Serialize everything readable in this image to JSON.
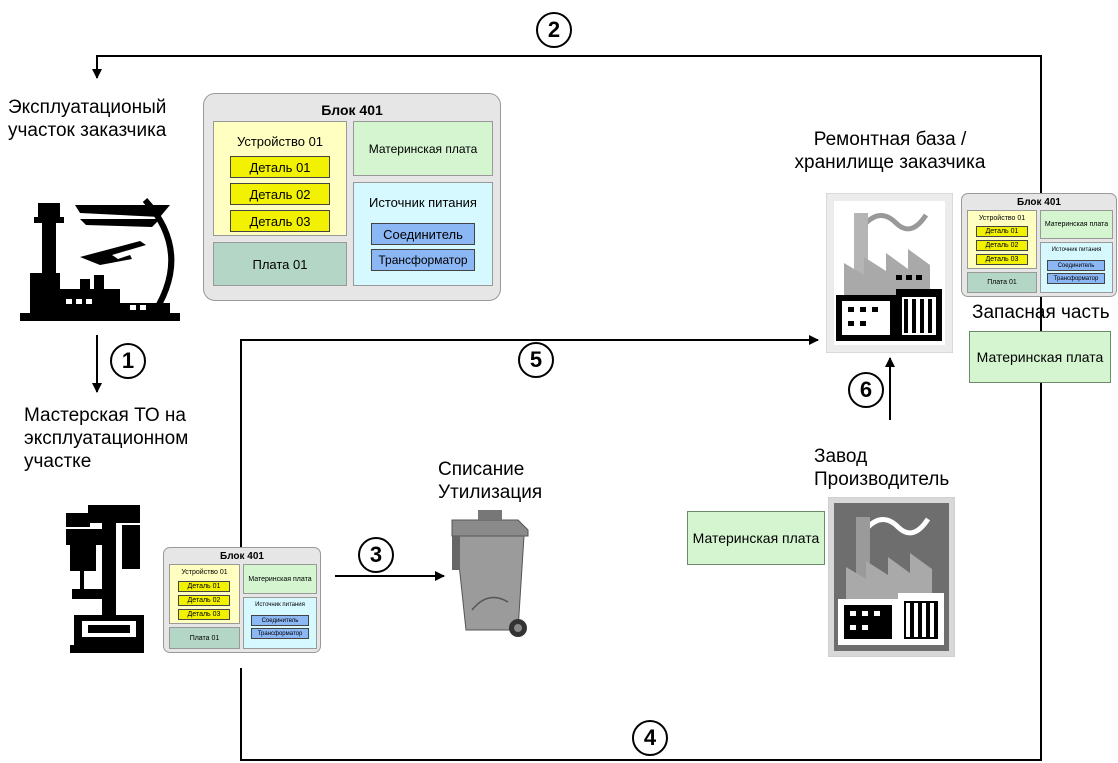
{
  "labels": {
    "customer_site": "Эксплуатационый\nучасток заказчика",
    "workshop": "Мастерская ТО на\nэксплуатационном\nучастке",
    "repair_base": "Ремонтная база /\nхранилище заказчика",
    "spare_part": "Запасная часть",
    "scrap": "Списание\nУтилизация",
    "factory": "Завод\nПроизводитель"
  },
  "steps": [
    "1",
    "2",
    "3",
    "4",
    "5",
    "6"
  ],
  "block": {
    "title": "Блок 401",
    "device": "Устройство 01",
    "details": [
      "Деталь 01",
      "Деталь 02",
      "Деталь 03"
    ],
    "board": "Плата 01",
    "motherboard": "Материнская плата",
    "power": "Источник питания",
    "connector": "Соединитель",
    "transformer": "Трансформатор"
  },
  "spare_motherboard": "Материнская плата",
  "factory_motherboard": "Материнская плата",
  "colors": {
    "yellow_bg": "#ffffc2",
    "yellow_part": "#f2f200",
    "green": "#d4f5d0",
    "teal": "#b3d6c6",
    "cyan": "#d6f8ff",
    "blue": "#8bb7f5"
  },
  "icons": [
    "airport-icon",
    "drill-press-icon",
    "factory-icon",
    "trash-bin-icon"
  ]
}
